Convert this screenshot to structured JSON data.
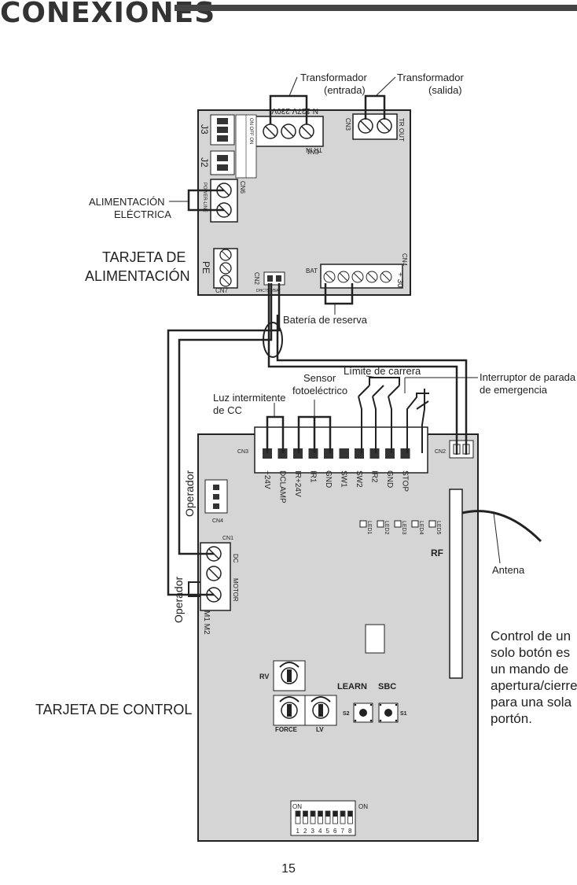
{
  "header": {
    "title": "CONEXIONES"
  },
  "callouts": {
    "transformer_in_l1": "Transformador",
    "transformer_in_l2": "(entrada)",
    "transformer_out_l1": "Transformador",
    "transformer_out_l2": "(salida)",
    "power_l1": "ALIMENTACIÓN",
    "power_l2": "ELÉCTRICA",
    "battery": "Batería de reserva",
    "flash_l1": "Luz intermitente",
    "flash_l2": "de CC",
    "sensor_l1": "Sensor",
    "sensor_l2": "fotoeléctrico",
    "limit": "Límite de carrera",
    "estop_l1": "Interruptor de parada",
    "estop_l2": "de emergencia",
    "antenna": "Antena",
    "operator_1": "Operador",
    "operator_2": "Operador"
  },
  "boards": {
    "power_l1": "TARJETA DE",
    "power_l2": "ALIMENTACIÓN",
    "control": "TARJETA DE CONTROL"
  },
  "power_board": {
    "cn1_label": "CN1",
    "cn1_top": "N   127V 230V",
    "cn1_bottom": "TR   IN",
    "cn3_label": "CN3",
    "cn3_text": "TR   OUT",
    "j3": "J3",
    "j2": "J2",
    "j3_opts": "ON   OFF   ON",
    "cn6_label": "CN6",
    "cn6_text": "POWER-LINE",
    "pe": "PE",
    "cn7": "CN7",
    "cn2": "CN2",
    "cn2_text": "DHC7S   VBAT",
    "bat": "BAT",
    "cn4": "CN4",
    "cn4_text": "+ 30"
  },
  "control_board": {
    "cn3": "CN3",
    "cn2": "CN2",
    "cn4": "CN4",
    "cn1": "CN1",
    "terminals": [
      "+24V",
      "DCLAMP",
      "IR+24V",
      "IR1",
      "GND",
      "SW1",
      "SW2",
      "IR2",
      "GND",
      "STOP"
    ],
    "leds": [
      "LED1",
      "LED2",
      "LED3",
      "LED4",
      "LED5"
    ],
    "rf": "RF",
    "dc": "DC",
    "motor": "MOTOR",
    "m1m2": "M1 M2",
    "rv": "RV",
    "force": "FORCE",
    "lv": "LV",
    "learn": "LEARN",
    "sbc": "SBC",
    "s2": "S2",
    "s1": "S1",
    "dip_on_left": "ON",
    "dip_on_right": "ON",
    "dip_numbers": [
      "1",
      "2",
      "3",
      "4",
      "5",
      "6",
      "7",
      "8"
    ]
  },
  "note": {
    "text": "Control de un solo botón es un mando de apertura/cierre para una sola portón."
  },
  "footer": {
    "page_number": "15"
  }
}
